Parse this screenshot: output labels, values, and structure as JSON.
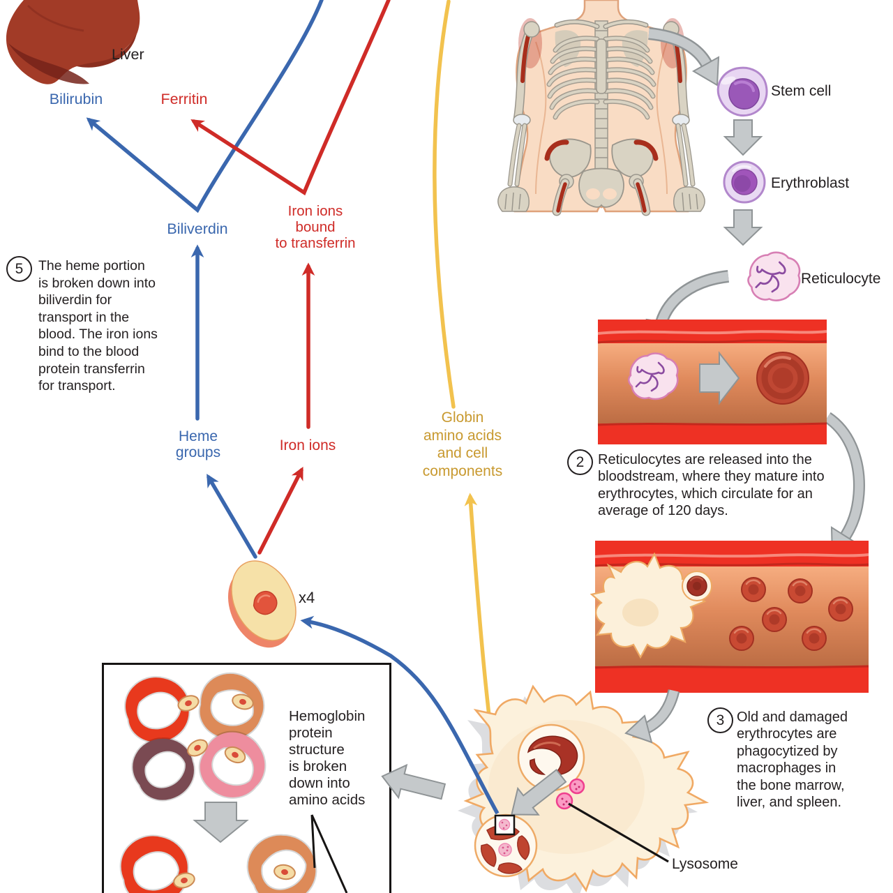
{
  "figure": {
    "type": "anatomy-diagram",
    "subject": "erythrocyte life cycle and hemoglobin breakdown"
  },
  "labels": {
    "liver": "Liver",
    "bilirubin": "Bilirubin",
    "ferritin": "Ferritin",
    "biliverdin": "Biliverdin",
    "iron_transferrin": "Iron ions\nbound\nto transferrin",
    "heme_groups": "Heme\ngroups",
    "iron_ions": "Iron ions",
    "globin": "Globin\namino acids\nand cell\ncomponents",
    "x4": "x4",
    "stem_cell": "Stem cell",
    "erythroblast": "Erythroblast",
    "reticulocyte": "Reticulocyte",
    "lysosome": "Lysosome",
    "hemoglobin_box": "Hemoglobin\nprotein\nstructure\nis broken\ndown into\namino acids"
  },
  "steps": {
    "step2": {
      "num": "2",
      "text": "Reticulocytes are released into the\nbloodstream, where they mature into\nerythrocytes, which circulate for an\naverage of 120 days."
    },
    "step3": {
      "num": "3",
      "text": "Old and damaged\nerythrocytes are\nphagocytized by\nmacrophages in\nthe bone marrow,\nliver, and spleen."
    },
    "step5": {
      "num": "5",
      "text": "The heme portion\nis broken down into\nbiliverdin for\ntransport in the\nblood. The iron ions\nbind to the blood\nprotein transferrin\nfor transport."
    }
  },
  "colors": {
    "pathway_blue": "#3a67ae",
    "pathway_red": "#cf2b27",
    "pathway_yellow_line": "#f2c24e",
    "pathway_gold_text": "#c8992f",
    "gray_arrow": "#c5c9cb",
    "vessel_red": "#ee3124",
    "liver_red": "#a23b27",
    "macrophage_cream": "#fcf1dc",
    "stem_cell_purple": "#9a58b8",
    "text_black": "#231f20"
  }
}
